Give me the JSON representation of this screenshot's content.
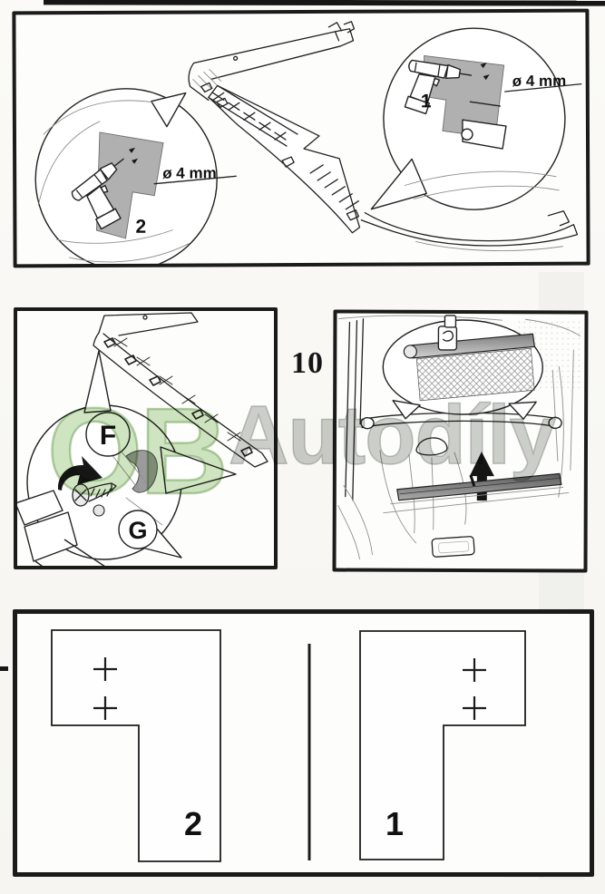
{
  "page": {
    "step_number": "10",
    "watermark_part1": "OB",
    "watermark_part2": "Autodíly"
  },
  "panel_top": {
    "callout_left": {
      "hole_label": "2",
      "diameter_note": "ø 4 mm"
    },
    "callout_right": {
      "hole_label": "1",
      "diameter_note": "ø 4 mm"
    }
  },
  "panel_fastener": {
    "callout_f": "F",
    "callout_g": "G"
  },
  "panel_templates": {
    "left_template_number": "2",
    "right_template_number": "1"
  },
  "colors": {
    "line_black": "#1b1b1b",
    "panel_gray": "#a3a3a3",
    "watermark_green": "#8fbc6f",
    "watermark_gray": "#9aa09a"
  }
}
